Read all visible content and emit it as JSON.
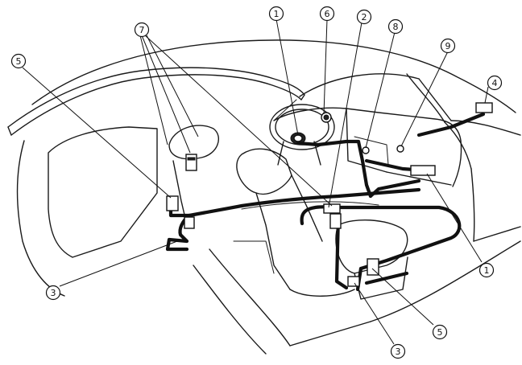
{
  "callouts": [
    {
      "id": "c1-top",
      "label": "1"
    },
    {
      "id": "c1-bottom",
      "label": "1"
    },
    {
      "id": "c2",
      "label": "2"
    },
    {
      "id": "c3-left",
      "label": "3"
    },
    {
      "id": "c3-bottom",
      "label": "3"
    },
    {
      "id": "c4",
      "label": "4"
    },
    {
      "id": "c5-left",
      "label": "5"
    },
    {
      "id": "c5-bottom",
      "label": "5"
    },
    {
      "id": "c6",
      "label": "6"
    },
    {
      "id": "c7",
      "label": "7"
    },
    {
      "id": "c8",
      "label": "8"
    },
    {
      "id": "c9",
      "label": "9"
    }
  ],
  "colors": {
    "line": "#1a1a1a",
    "background": "#ffffff"
  }
}
